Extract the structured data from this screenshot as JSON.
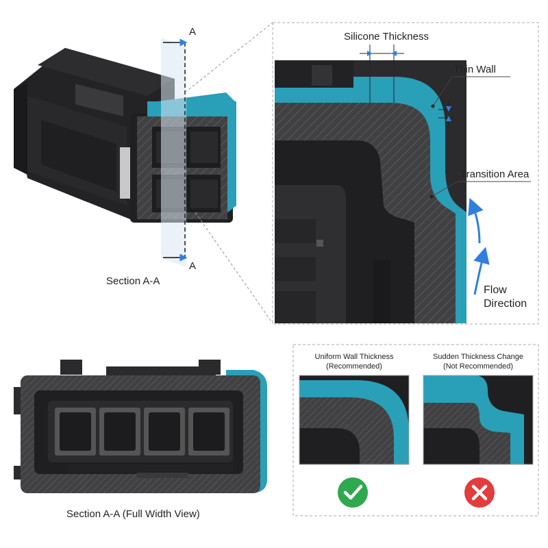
{
  "section_a": {
    "label": "Section A-A",
    "marker_top": "A",
    "marker_bottom": "A"
  },
  "detail": {
    "silicone_thickness": "Silicone Thickness",
    "thin_wall": "Thin Wall",
    "transition_area": "Transition Area",
    "flow_direction_line1": "Flow",
    "flow_direction_line2": "Direction"
  },
  "full_view": {
    "label": "Section A-A (Full Width View)"
  },
  "comparison": {
    "good": {
      "title_line1": "Uniform Wall Thickness",
      "title_line2": "(Recommended)",
      "status_icon": "check-icon"
    },
    "bad": {
      "title_line1": "Sudden Thickness Change",
      "title_line2": "(Not Recommended)",
      "status_icon": "cross-icon"
    }
  },
  "colors": {
    "silicone": "#2a9fb8",
    "housing": "#3c3c3e",
    "hatch": "#6a6a6c",
    "dark": "#1c1c1e",
    "flow_arrow": "#2f7fe0",
    "good": "#2fa84f",
    "bad": "#e23c3c"
  }
}
